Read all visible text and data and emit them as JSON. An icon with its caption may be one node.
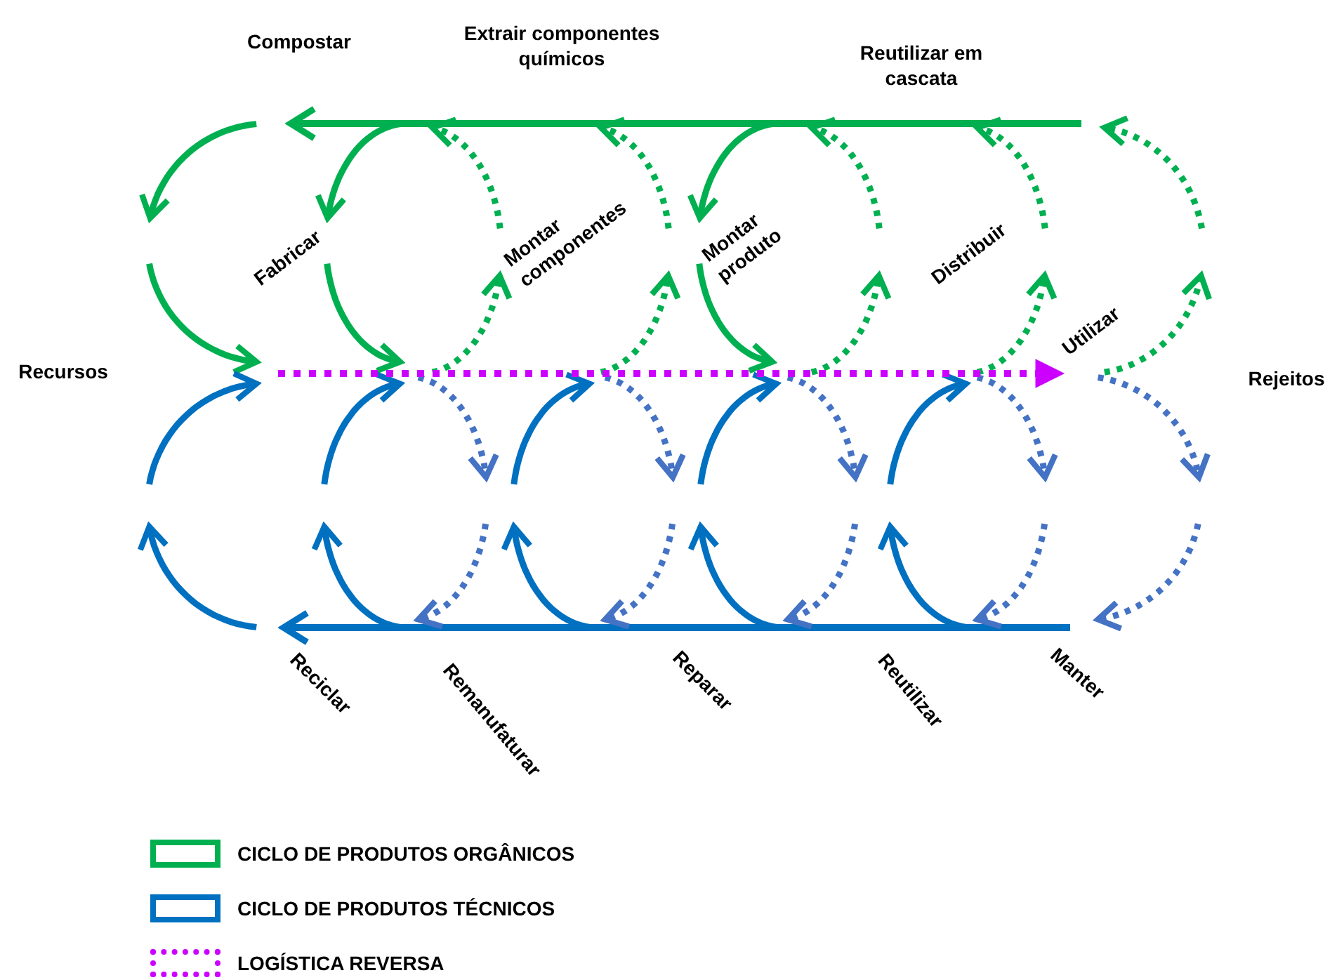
{
  "diagram": {
    "labels": [
      "Compostar",
      "Extrair componentes químicos",
      "Reutilizar em cascata",
      "Fabricar",
      "Montar componentes",
      "Montar produto",
      "Distribuir",
      "Recursos",
      "Utilizar",
      "Rejeitos",
      "Reciclar",
      "Remanufaturar",
      "Reparar",
      "Reutilizar",
      "Manter"
    ],
    "legend": [
      {
        "text": "CICLO DE PRODUTOS ORGÂNICOS",
        "color": "#00b050"
      },
      {
        "text": "CICLO DE PRODUTOS TÉCNICOS",
        "color": "#0070c0"
      },
      {
        "text": "LOGÍSTICA REVERSA",
        "color": "#cc00ff"
      }
    ]
  }
}
